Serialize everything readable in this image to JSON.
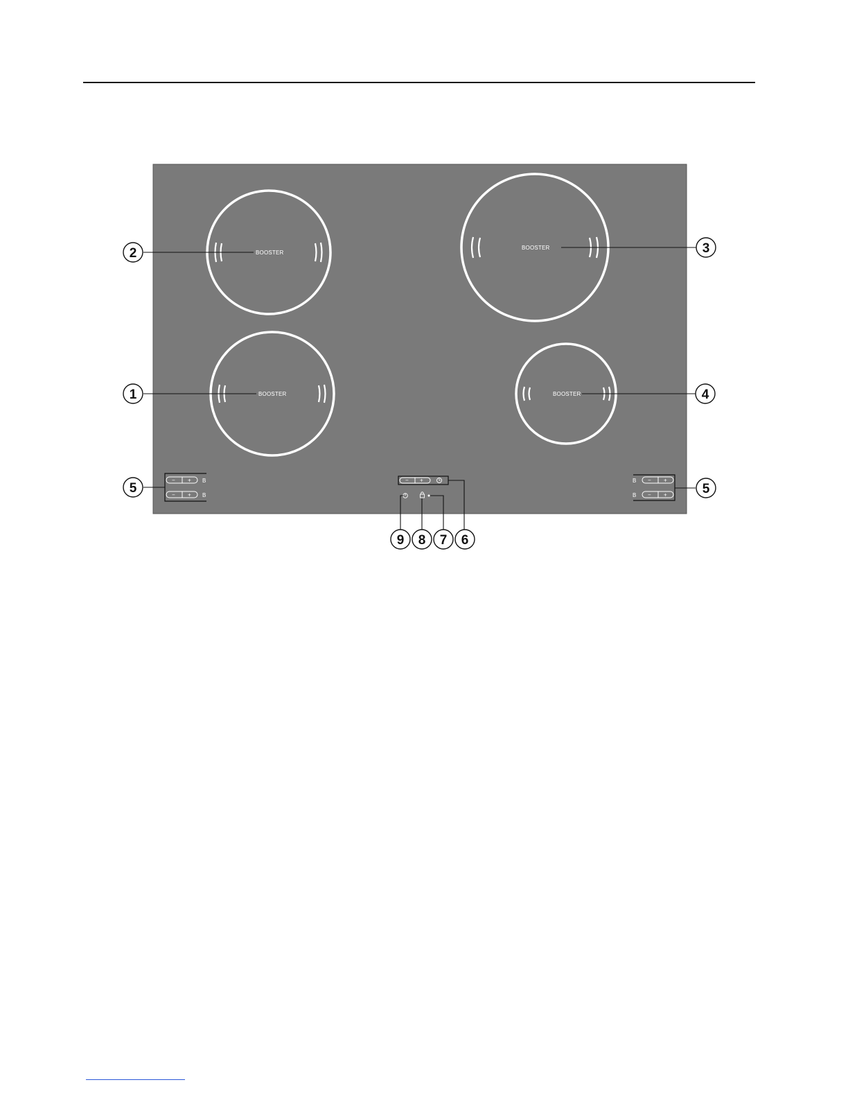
{
  "diagram": {
    "panel_color": "#7a7a7a",
    "zones": [
      {
        "id": "zone-rear-left",
        "label": "BOOSTER",
        "callout": "2"
      },
      {
        "id": "zone-rear-right",
        "label": "BOOSTER",
        "callout": "3"
      },
      {
        "id": "zone-front-left",
        "label": "BOOSTER",
        "callout": "1"
      },
      {
        "id": "zone-front-right",
        "label": "BOOSTER",
        "callout": "4"
      }
    ],
    "controls": {
      "minus": "−",
      "plus": "+",
      "booster_key": "B"
    },
    "callouts": {
      "left_controls": "5",
      "right_controls": "5",
      "timer": "6",
      "indicator": "7",
      "lock": "8",
      "power": "9"
    }
  }
}
